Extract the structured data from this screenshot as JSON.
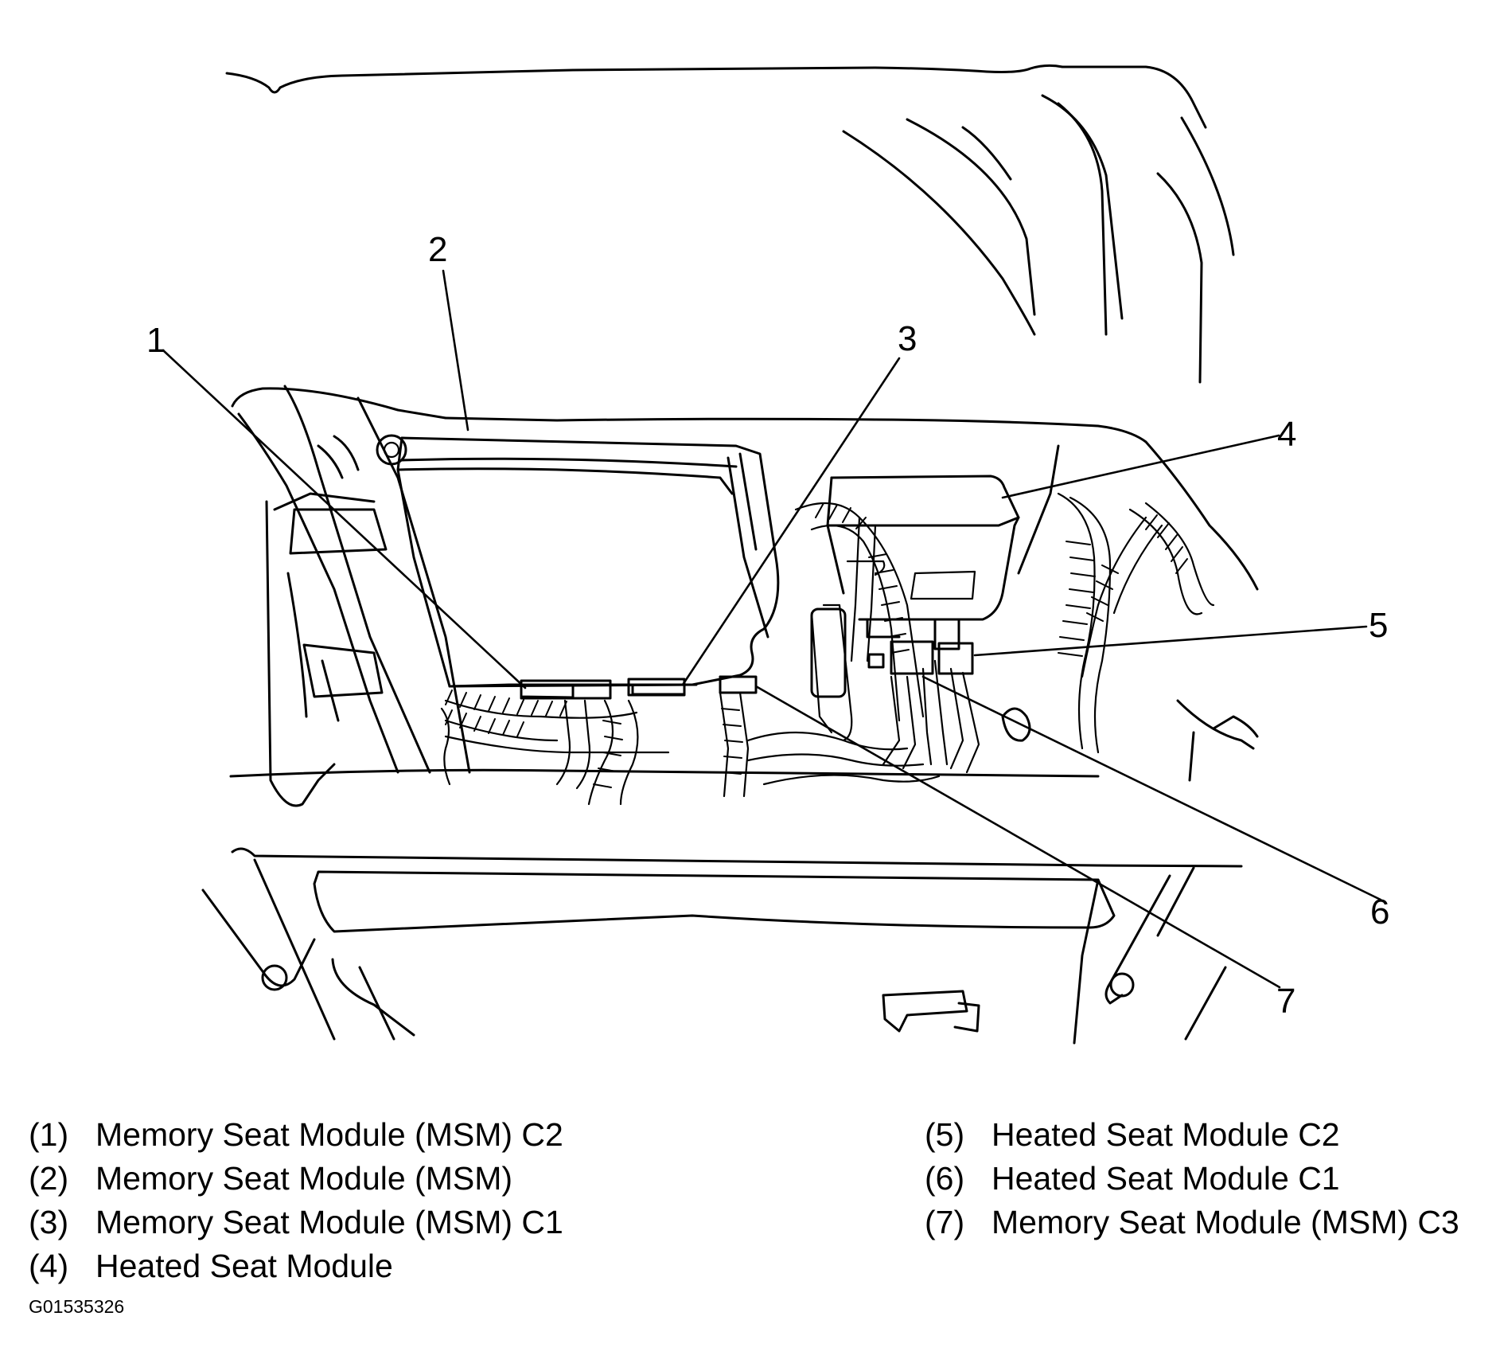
{
  "callouts": [
    "1",
    "2",
    "3",
    "4",
    "5",
    "6",
    "7"
  ],
  "legend": [
    {
      "num": "(1)",
      "text": "Memory Seat Module (MSM) C2"
    },
    {
      "num": "(2)",
      "text": "Memory Seat Module (MSM)"
    },
    {
      "num": "(3)",
      "text": "Memory Seat Module (MSM) C1"
    },
    {
      "num": "(4)",
      "text": "Heated Seat Module"
    },
    {
      "num": "(5)",
      "text": "Heated Seat Module C2"
    },
    {
      "num": "(6)",
      "text": "Heated Seat Module C1"
    },
    {
      "num": "(7)",
      "text": "Memory Seat Module (MSM) C3"
    }
  ],
  "figure_id": "G01535326"
}
